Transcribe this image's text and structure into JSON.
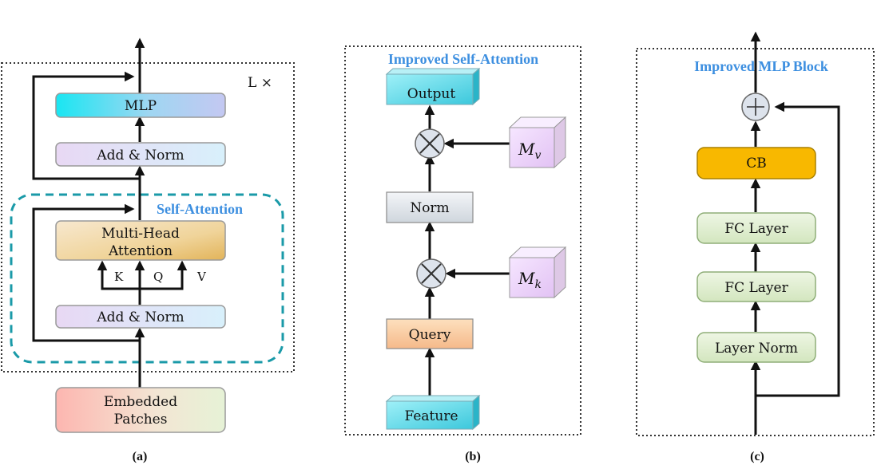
{
  "panel_a": {
    "repeat_label": "L ×",
    "mlp": "MLP",
    "add_norm_top": "Add & Norm",
    "self_attention_title": "Self-Attention",
    "mha_line1": "Multi-Head",
    "mha_line2": "Attention",
    "k": "K",
    "q": "Q",
    "v": "V",
    "add_norm_bottom": "Add & Norm",
    "embedded_line1": "Embedded",
    "embedded_line2": "Patches",
    "caption": "(a)"
  },
  "panel_b": {
    "title": "Improved Self-Attention",
    "output": "Output",
    "norm": "Norm",
    "query": "Query",
    "feature": "Feature",
    "mv_base": "M",
    "mv_sub": "v",
    "mk_base": "M",
    "mk_sub": "k",
    "caption": "(b)"
  },
  "panel_c": {
    "title": "Improved  MLP Block",
    "cb": "CB",
    "fc1": "FC Layer",
    "fc2": "FC Layer",
    "layer_norm": "Layer Norm",
    "caption": "(c)"
  },
  "colors": {
    "title_blue": "#3d8fe0",
    "dashed_teal": "#1a9aa8",
    "cb_orange": "#f8b800",
    "fc_green": "#dcebcb"
  }
}
